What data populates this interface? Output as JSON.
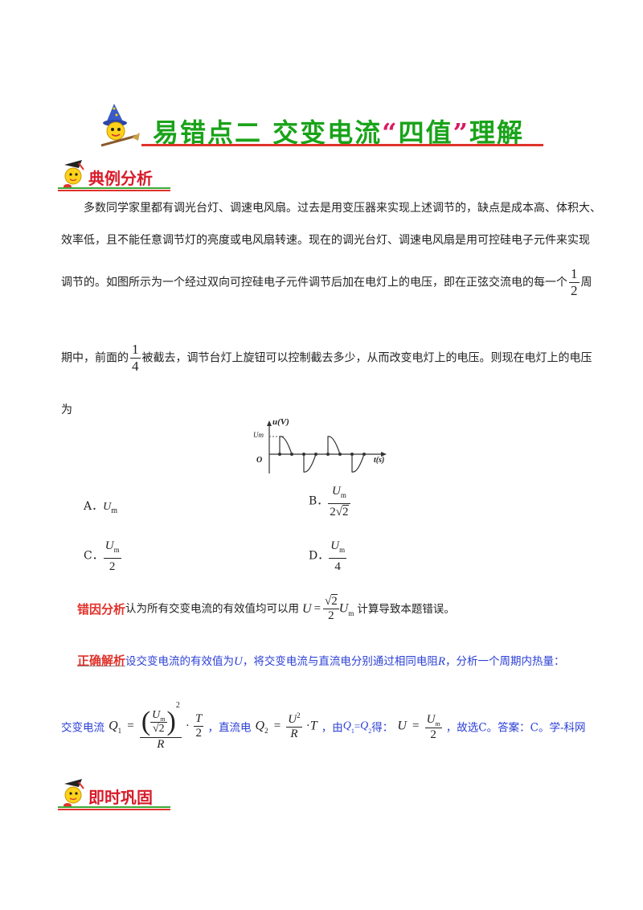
{
  "header": {
    "title_main": "易错点二  交变电流",
    "title_quote_open": "“",
    "title_quote_word": "四值",
    "title_quote_close": "”",
    "title_end": "理解"
  },
  "section1": {
    "title": "典例分析"
  },
  "problem": {
    "line1": "多数同学家里都有调光台灯、调速电风扇。过去是用变压器来实现上述调节的，缺点是成本高、体积大、",
    "line2": "效率低，且不能任意调节灯的亮度或电风扇转速。现在的调光台灯、调速电风扇是用可控硅电子元件来实现",
    "line3_a": "调节的。如图所示为一个经过双向可控硅电子元件调节后加在电灯上的电压，即在正弦交流电的每一个",
    "half_num": "1",
    "half_den": "2",
    "line3_b": "周",
    "line4_a": "期中，前面的",
    "quarter_num": "1",
    "quarter_den": "4",
    "line4_b": "被截去，调节台灯上旋钮可以控制截去多少，从而改变电灯上的电压。则现在电灯上的电压",
    "line5": "为"
  },
  "figure": {
    "y_label": "u(V)",
    "um_label": "Um",
    "origin_label": "O",
    "x_label": "t(s)"
  },
  "options": {
    "a_letter": "A．",
    "a_value": "U",
    "a_sub": "m",
    "b_letter": "B．",
    "b_num": "U",
    "b_num_sub": "m",
    "b_den_coef": "2",
    "b_den_rad": "2",
    "c_letter": "C．",
    "c_num": "U",
    "c_num_sub": "m",
    "c_den": "2",
    "d_letter": "D．",
    "d_num": "U",
    "d_num_sub": "m",
    "d_den": "4"
  },
  "error_analysis": {
    "label": "错因分析",
    "text_a": "认为所有交变电流的有效值均可以用",
    "eq_lhs": "U",
    "eq_sign": "=",
    "eq_num_rad": "2",
    "eq_den": "2",
    "eq_var": "U",
    "eq_var_sub": "m",
    "text_b": "计算导致本题错误。"
  },
  "correct_analysis": {
    "label": "正确解析",
    "text_a": "设交变电流的有效值为",
    "var_u": "U",
    "text_b": "，将交变电流与直流电分别通过相同电阻",
    "var_r": "R",
    "text_c": "，分析一个周期内热量："
  },
  "solution": {
    "ac_label": "交变电流",
    "q1": "Q",
    "q1_sub": "1",
    "eq": "=",
    "inner_num": "U",
    "inner_num_sub": "m",
    "inner_den_rad": "2",
    "power": "2",
    "r_den": "R",
    "dot": "·",
    "t_num": "T",
    "t_den": "2",
    "dc_label": "，直流电",
    "q2": "Q",
    "q2_sub": "2",
    "u2_num": "U",
    "u2_pow": "2",
    "r2_den": "R",
    "t2": "T",
    "from_text": "，由",
    "q1b": "Q",
    "q1b_sub": "1",
    "eq2": "=",
    "q2b": "Q",
    "q2b_sub": "2",
    "get_text": "得：",
    "u_res": "U",
    "u_res_num": "U",
    "u_res_num_sub": "m",
    "u_res_den": "2",
    "answer_text": "，故选C。答案：C。学-科网"
  },
  "section2": {
    "title": "即时巩固"
  },
  "colors": {
    "green": "#19a319",
    "red": "#e0322a",
    "blue": "#2b3fd6"
  }
}
